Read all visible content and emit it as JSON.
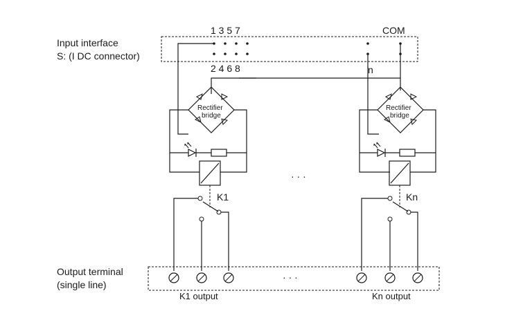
{
  "input": {
    "label_line1": "Input interface",
    "label_line2": "S: (I DC connector)",
    "top_pins": "1 3 5 7",
    "bottom_pins": "2 4 6 8",
    "com_label": "COM",
    "n_label": "n"
  },
  "bridge": {
    "label_line1": "Rectifier",
    "label_line2": "bridge"
  },
  "relays": {
    "k1": "K1",
    "kn": "Kn"
  },
  "ellipsis": "· · ·",
  "output": {
    "label_line1": "Output terminal",
    "label_line2": "(single line)",
    "k1_output": "K1 output",
    "kn_output": "Kn output"
  }
}
